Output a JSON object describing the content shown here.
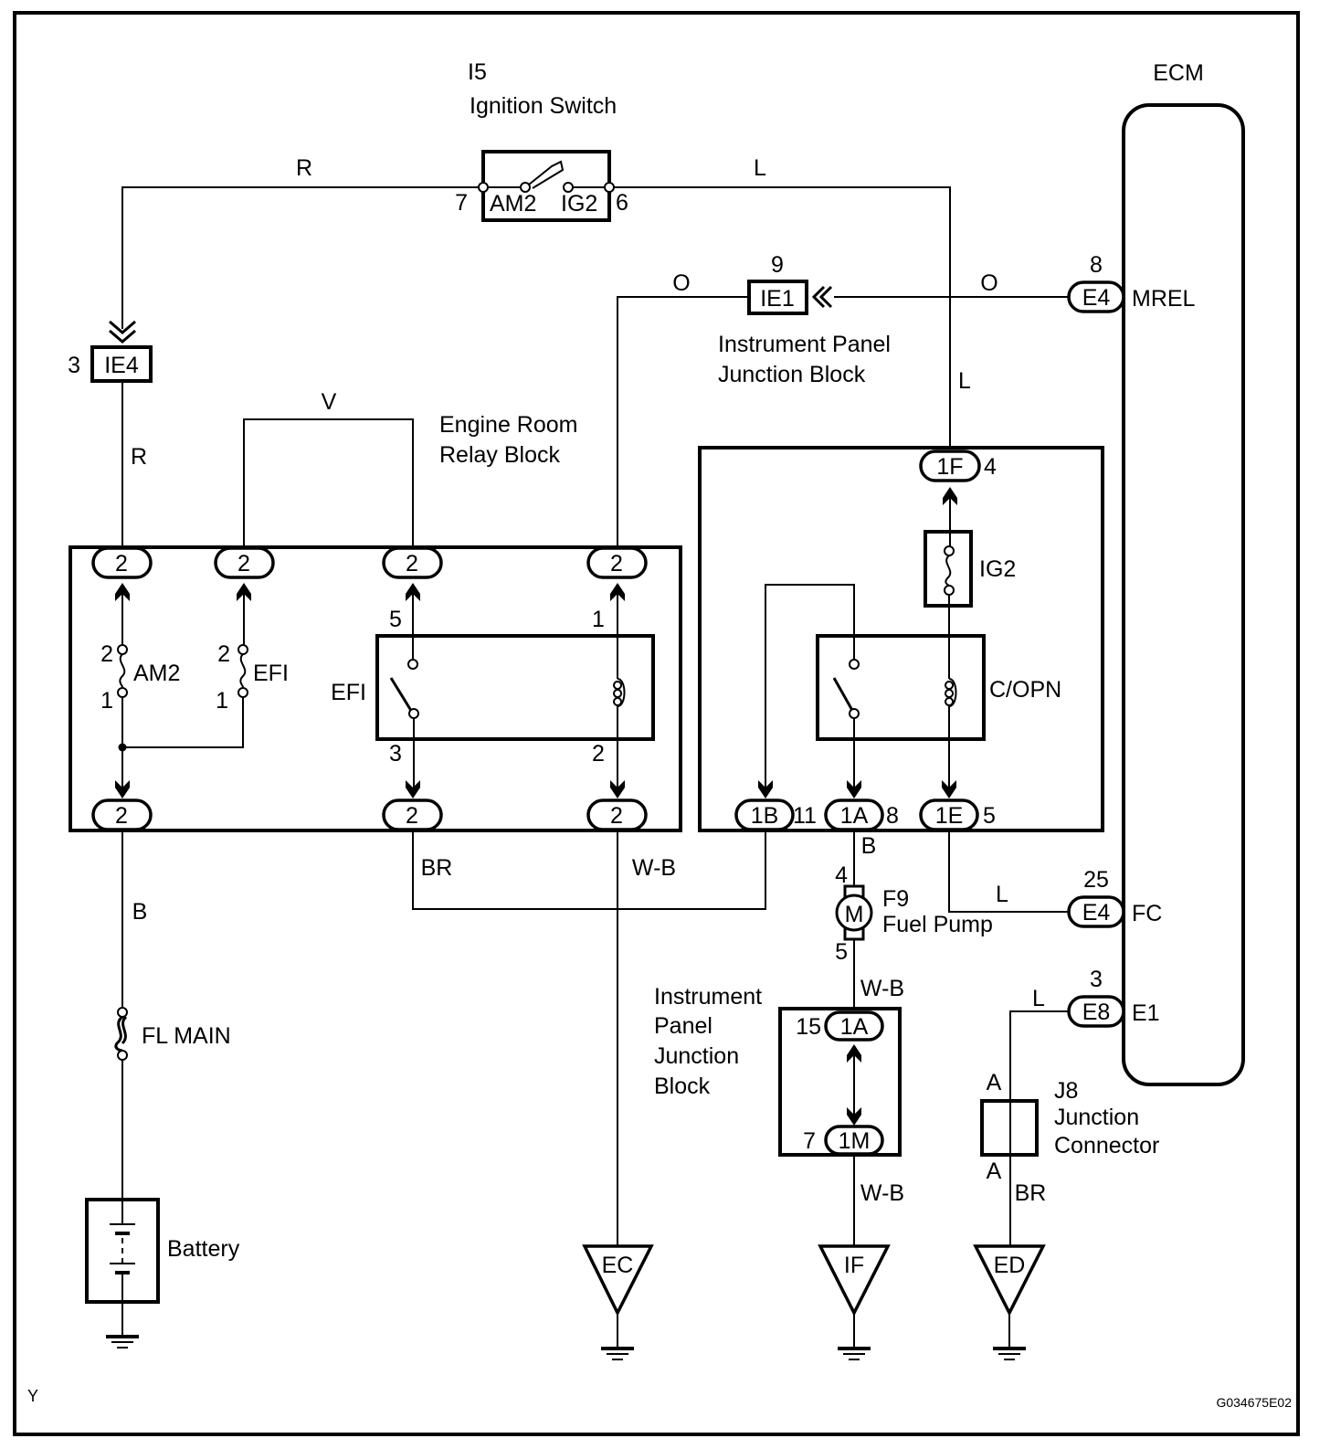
{
  "diagram": {
    "type": "wiring-diagram",
    "corner_code": "Y",
    "figure_id": "G034675E02",
    "colors": {
      "line": "#000000",
      "background": "#ffffff"
    }
  },
  "ignition_switch": {
    "ref": "I5",
    "name": "Ignition Switch",
    "pin_left": "7",
    "pin_right": "6",
    "contact_left": "AM2",
    "contact_right": "IG2"
  },
  "ecm": {
    "name": "ECM",
    "pins": [
      {
        "connector": "E4",
        "pin": "8",
        "signal": "MREL"
      },
      {
        "connector": "E4",
        "pin": "25",
        "signal": "FC"
      },
      {
        "connector": "E8",
        "pin": "3",
        "signal": "E1"
      }
    ]
  },
  "wires": {
    "r_top": "R",
    "l_top": "L",
    "o_left": "O",
    "o_right": "O",
    "l_mid": "L",
    "r_mid": "R",
    "v": "V",
    "br": "BR",
    "wb_relay": "W-B",
    "b_battery": "B",
    "b_pump": "B",
    "l_fc": "L",
    "wb_pump": "W-B",
    "l_e1": "L",
    "wb_ground": "W-B",
    "br_ground": "BR"
  },
  "connectors": {
    "ie4": {
      "label": "IE4",
      "pin": "3"
    },
    "ie1": {
      "label": "IE1",
      "pin": "9"
    }
  },
  "ip_junction_block_top": {
    "name_line1": "Instrument Panel",
    "name_line2": "Junction Block"
  },
  "engine_room_relay_block": {
    "name_line1": "Engine Room",
    "name_line2": "Relay Block",
    "connector_label": "2",
    "fuses": [
      {
        "name": "AM2",
        "pin_top": "2",
        "pin_bottom": "1"
      },
      {
        "name": "EFI",
        "pin_top": "2",
        "pin_bottom": "1"
      }
    ],
    "relay": {
      "name": "EFI",
      "pin_5": "5",
      "pin_3": "3",
      "pin_1": "1",
      "pin_2": "2"
    }
  },
  "ip_junction_block": {
    "fuse": "IG2",
    "relay": "C/OPN",
    "connectors": [
      {
        "label": "1F",
        "pin": "4"
      },
      {
        "label": "1B",
        "pin": "11"
      },
      {
        "label": "1A",
        "pin": "8"
      },
      {
        "label": "1E",
        "pin": "5"
      }
    ]
  },
  "fuel_pump": {
    "ref": "F9",
    "name": "Fuel Pump",
    "symbol": "M",
    "pin_top": "4",
    "pin_bottom": "5"
  },
  "ip_junction_block_lower": {
    "name_lines": [
      "Instrument",
      "Panel",
      "Junction",
      "Block"
    ],
    "connectors": [
      {
        "label": "1A",
        "pin": "15"
      },
      {
        "label": "1M",
        "pin": "7"
      }
    ]
  },
  "junction_connector": {
    "ref": "J8",
    "name_line1": "Junction",
    "name_line2": "Connector",
    "pin_top": "A",
    "pin_bottom": "A"
  },
  "fusible_link": {
    "name": "FL MAIN"
  },
  "battery": {
    "name": "Battery"
  },
  "grounds": [
    {
      "label": "EC"
    },
    {
      "label": "IF"
    },
    {
      "label": "ED"
    }
  ]
}
